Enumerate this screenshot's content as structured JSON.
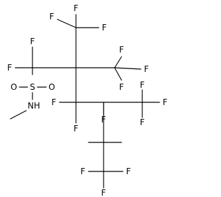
{
  "molecule": {
    "atoms": {
      "f_top1": "F",
      "f_top2": "F",
      "f_top3": "F",
      "f_cf2_top": "F",
      "f_cf2_left": "F",
      "f_cf3b_a": "F",
      "f_cf3b_b": "F",
      "f_cf3b_c": "F",
      "sulfur": "S",
      "oxygen_left": "O",
      "oxygen_right": "O",
      "amine": "NH",
      "f_side_a": "F",
      "f_side_b": "F",
      "f_lower_a": "F",
      "f_lower_b": "F",
      "f_lower_c": "F",
      "f_bottom_a": "F",
      "f_bottom_b": "F",
      "f_bottom_c": "F",
      "f_mid": "F"
    }
  }
}
